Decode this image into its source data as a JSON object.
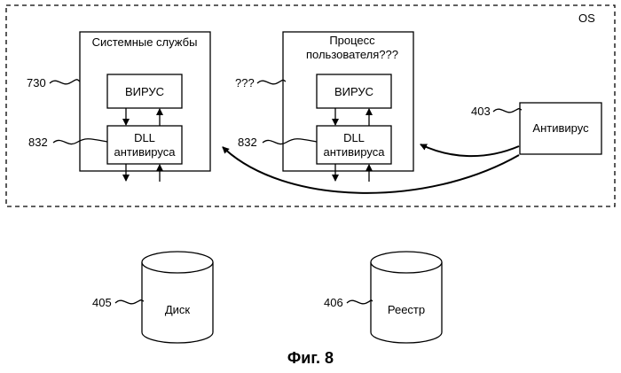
{
  "figure": {
    "os_label": "OS",
    "caption": "Фиг. 8"
  },
  "system_services": {
    "title": "Системные службы",
    "ref": "730",
    "virus_label": "ВИРУС",
    "dll_line1": "DLL",
    "dll_line2": "антивируса",
    "dll_ref": "832"
  },
  "user_process": {
    "title_line1": "Процесс",
    "title_line2": "пользователя???",
    "ref": "???",
    "virus_label": "ВИРУС",
    "dll_line1": "DLL",
    "dll_line2": "антивируса",
    "dll_ref": "832"
  },
  "antivirus": {
    "label": "Антивирус",
    "ref": "403"
  },
  "disk": {
    "label": "Диск",
    "ref": "405"
  },
  "registry": {
    "label": "Реестр",
    "ref": "406"
  }
}
